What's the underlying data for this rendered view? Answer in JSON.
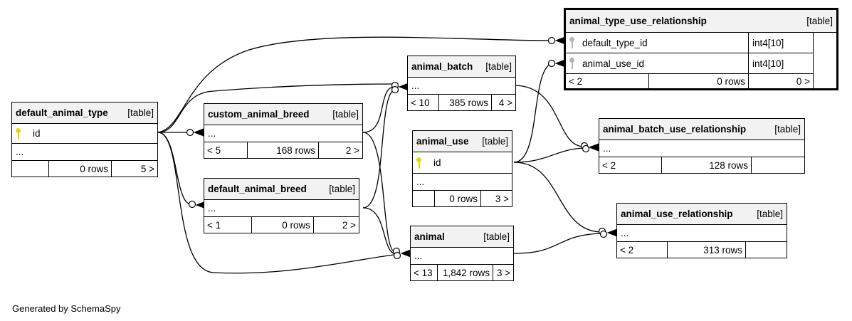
{
  "footer": "Generated by SchemaSpy",
  "type_label": "[table]",
  "tables": {
    "default_animal_type": {
      "name": "default_animal_type",
      "columns": [
        {
          "name": "id",
          "key": "primary"
        }
      ],
      "ellipsis": "...",
      "parents": "",
      "rows": "0 rows",
      "children": "5 >"
    },
    "custom_animal_breed": {
      "name": "custom_animal_breed",
      "ellipsis": "...",
      "parents": "< 5",
      "rows": "168 rows",
      "children": "2 >"
    },
    "default_animal_breed": {
      "name": "default_animal_breed",
      "ellipsis": "...",
      "parents": "< 1",
      "rows": "0 rows",
      "children": "2 >"
    },
    "animal_batch": {
      "name": "animal_batch",
      "ellipsis": "...",
      "parents": "< 10",
      "rows": "385 rows",
      "children": "4 >"
    },
    "animal_use": {
      "name": "animal_use",
      "columns": [
        {
          "name": "id",
          "key": "primary"
        }
      ],
      "ellipsis": "...",
      "parents": "",
      "rows": "0 rows",
      "children": "3 >"
    },
    "animal": {
      "name": "animal",
      "ellipsis": "...",
      "parents": "< 13",
      "rows": "1,842 rows",
      "children": "3 >"
    },
    "animal_type_use_relationship": {
      "name": "animal_type_use_relationship",
      "columns": [
        {
          "name": "default_type_id",
          "type": "int4[10]",
          "key": "foreign"
        },
        {
          "name": "animal_use_id",
          "type": "int4[10]",
          "key": "foreign"
        }
      ],
      "parents": "< 2",
      "rows": "0 rows",
      "children": "0 >"
    },
    "animal_batch_use_relationship": {
      "name": "animal_batch_use_relationship",
      "ellipsis": "...",
      "parents": "< 2",
      "rows": "128 rows",
      "children": ""
    },
    "animal_use_relationship": {
      "name": "animal_use_relationship",
      "ellipsis": "...",
      "parents": "< 2",
      "rows": "313 rows",
      "children": ""
    }
  },
  "relationships": [
    {
      "from": "default_animal_type",
      "to": "animal_type_use_relationship",
      "cardinality": "zero-or-many"
    },
    {
      "from": "default_animal_type",
      "to": "custom_animal_breed",
      "cardinality": "zero-or-many"
    },
    {
      "from": "default_animal_type",
      "to": "default_animal_breed",
      "cardinality": "zero-or-many"
    },
    {
      "from": "default_animal_type",
      "to": "animal_batch",
      "cardinality": "zero-or-many"
    },
    {
      "from": "default_animal_type",
      "to": "animal",
      "cardinality": "zero-or-many"
    },
    {
      "from": "custom_animal_breed",
      "to": "animal_batch",
      "cardinality": "zero-or-many"
    },
    {
      "from": "custom_animal_breed",
      "to": "animal",
      "cardinality": "zero-or-many"
    },
    {
      "from": "default_animal_breed",
      "to": "animal_batch",
      "cardinality": "zero-or-many"
    },
    {
      "from": "default_animal_breed",
      "to": "animal",
      "cardinality": "zero-or-many"
    },
    {
      "from": "animal_use",
      "to": "animal_type_use_relationship",
      "cardinality": "zero-or-many"
    },
    {
      "from": "animal_use",
      "to": "animal_batch_use_relationship",
      "cardinality": "zero-or-many"
    },
    {
      "from": "animal_use",
      "to": "animal_use_relationship",
      "cardinality": "zero-or-many"
    },
    {
      "from": "animal_batch",
      "to": "animal_batch_use_relationship",
      "cardinality": "zero-or-many"
    },
    {
      "from": "animal",
      "to": "animal_use_relationship",
      "cardinality": "zero-or-many"
    }
  ]
}
